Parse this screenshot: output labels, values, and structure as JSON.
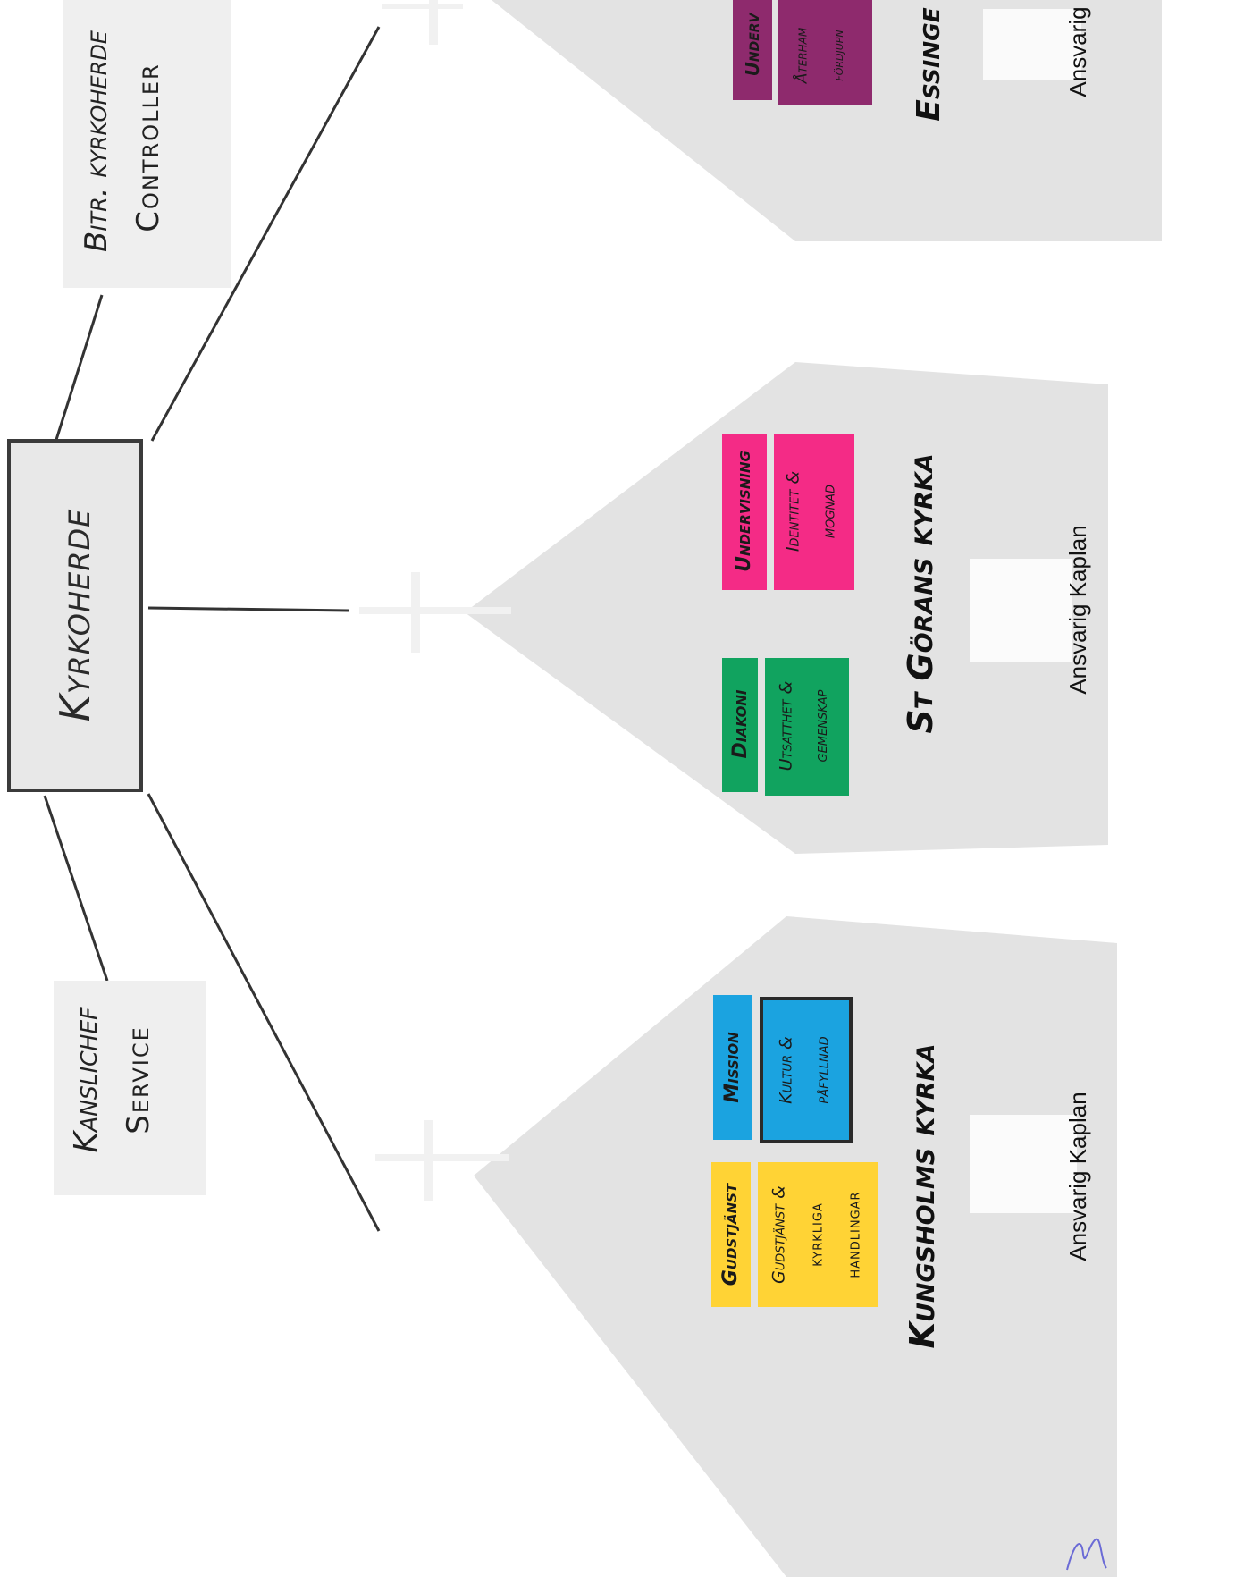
{
  "top": {
    "title": "Kyrkoherde",
    "left_box": {
      "line1": "Kanslichef",
      "line2": "Service"
    },
    "right_box": {
      "line1": "Bitr. kyrkoherde",
      "line2": "Controller"
    }
  },
  "churches": [
    {
      "name": "Kungsholms kyrka",
      "responsible": "Ansvarig Kaplan",
      "areas": [
        {
          "title": "Gudstjänst",
          "body": [
            "Gudstjänst &",
            "kyrkliga",
            "handlingar"
          ],
          "color": "#ffd335"
        },
        {
          "title": "Mission",
          "body": [
            "Kultur &",
            "påfyllnad"
          ],
          "color": "#1ba3e0"
        }
      ]
    },
    {
      "name": "St Görans kyrka",
      "responsible": "Ansvarig Kaplan",
      "areas": [
        {
          "title": "Diakoni",
          "body": [
            "Utsatthet &",
            "gemenskap"
          ],
          "color": "#11a35f"
        },
        {
          "title": "Undervisning",
          "body": [
            "Identitet &",
            "mognad"
          ],
          "color": "#f42b86"
        }
      ]
    },
    {
      "name": "Essinge",
      "responsible": "Ansvarig",
      "areas": [
        {
          "title": "Underv",
          "body": [
            "Återham",
            "fördjupn"
          ],
          "color": "#8e2a6d"
        }
      ]
    }
  ],
  "colors": {
    "line": "#333333",
    "church": "#e3e3e3",
    "box_border": "#3b3b3b"
  }
}
